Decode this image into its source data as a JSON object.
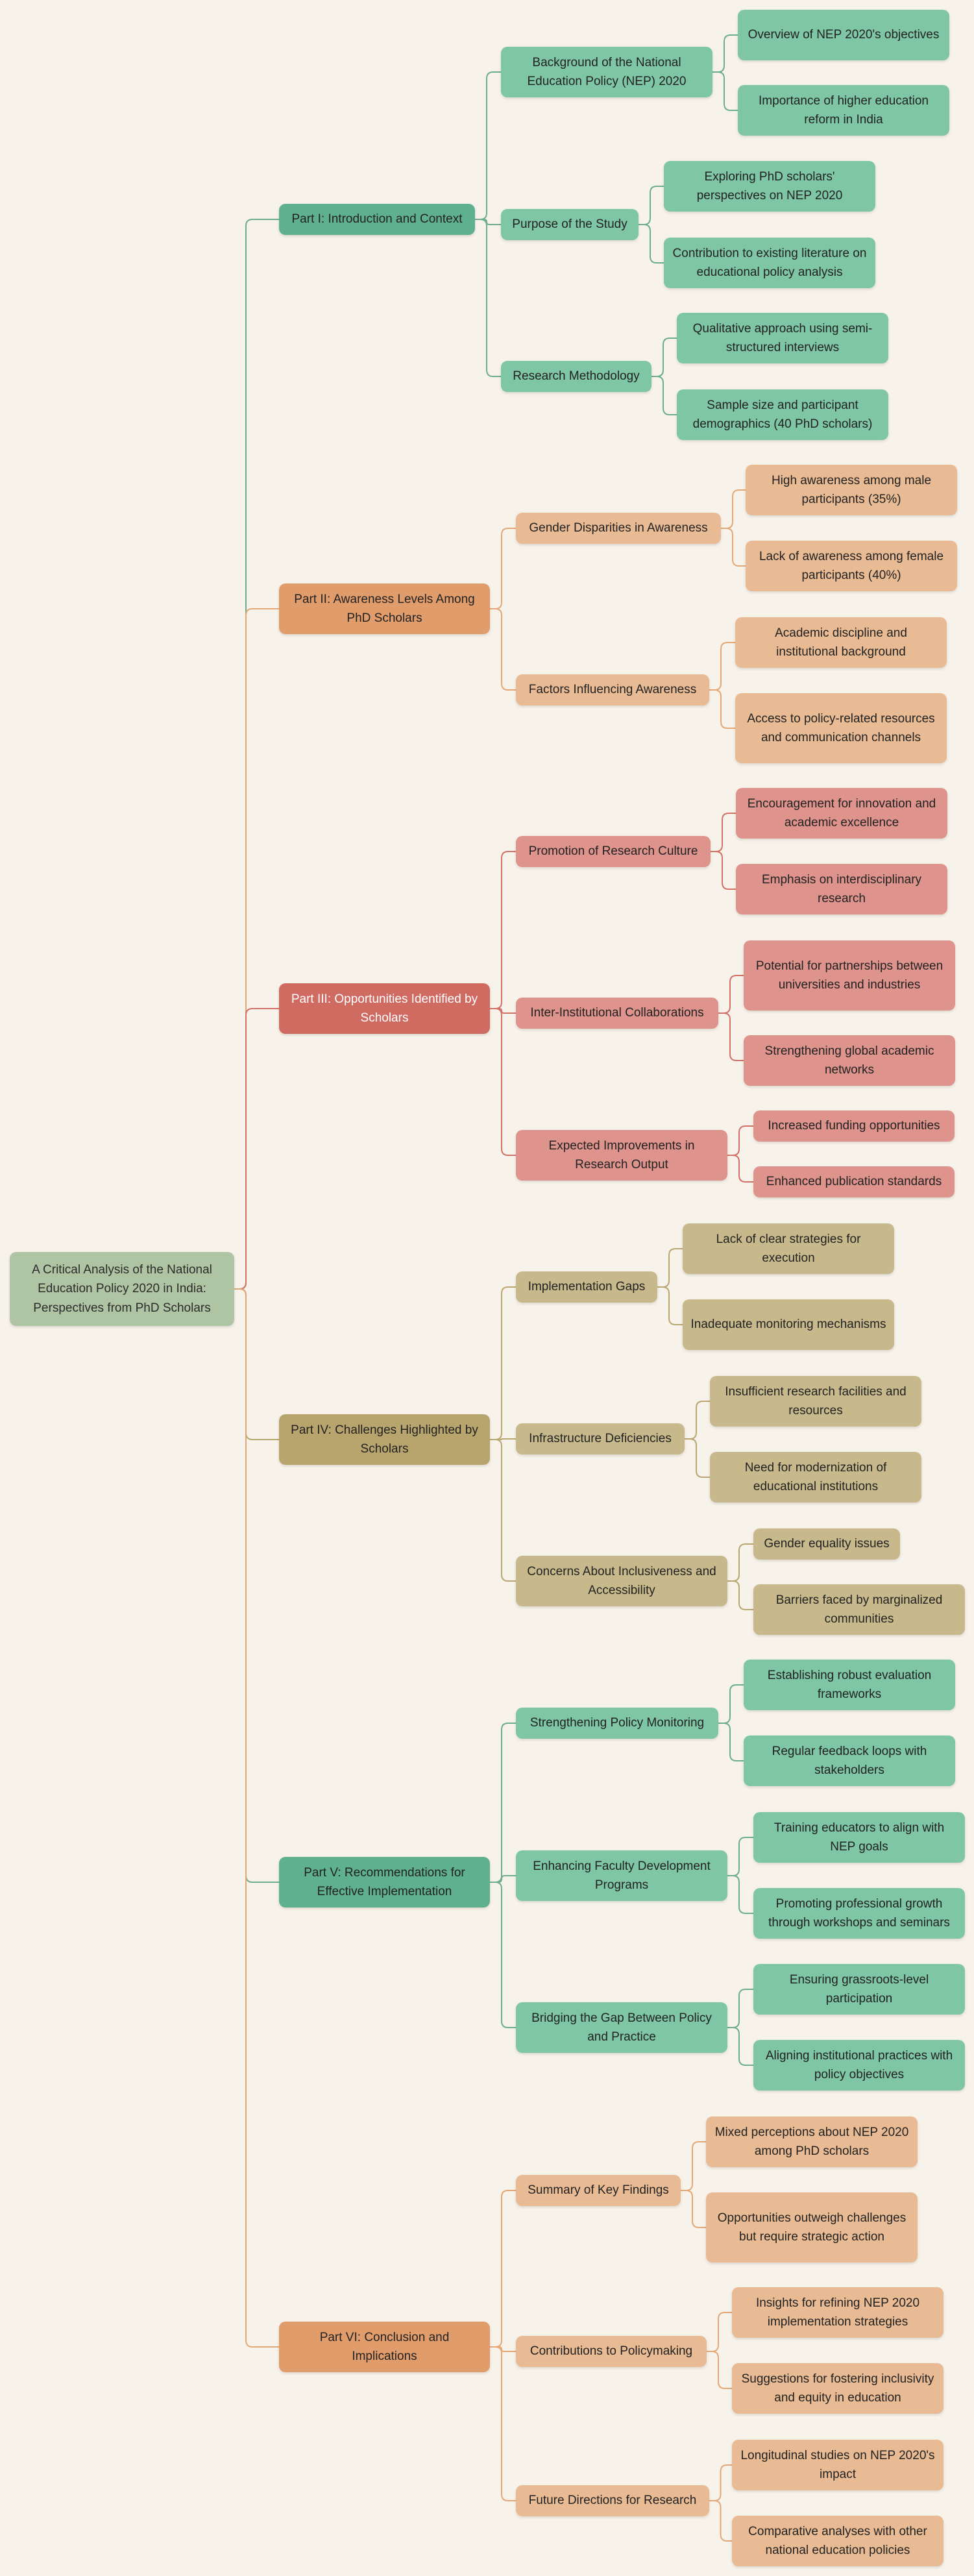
{
  "root": {
    "label": "A Critical Analysis of the National Education Policy 2020 in India: Perspectives from PhD Scholars",
    "color": "#afc4a3"
  },
  "parts": [
    {
      "label": "Part I: Introduction and Context",
      "color": "#5fb08f",
      "childColor": "#7ec6a4",
      "line": "#6cae8a",
      "sections": [
        {
          "label": "Background of the National Education Policy (NEP) 2020",
          "items": [
            "Overview of NEP 2020's objectives",
            "Importance of higher education reform in India"
          ]
        },
        {
          "label": "Purpose of the Study",
          "items": [
            "Exploring PhD scholars' perspectives on NEP 2020",
            "Contribution to existing literature on educational policy analysis"
          ]
        },
        {
          "label": "Research Methodology",
          "items": [
            "Qualitative approach using semi-structured interviews",
            "Sample size and participant demographics (40 PhD scholars)"
          ]
        }
      ]
    },
    {
      "label": "Part II: Awareness Levels Among PhD Scholars",
      "color": "#e19c6b",
      "childColor": "#e9bb94",
      "line": "#e4a878",
      "sections": [
        {
          "label": "Gender Disparities in Awareness",
          "items": [
            "High awareness among male participants (35%)",
            "Lack of awareness among female participants (40%)"
          ]
        },
        {
          "label": "Factors Influencing Awareness",
          "items": [
            "Academic discipline and institutional background",
            "Access to policy-related resources and communication channels"
          ]
        }
      ]
    },
    {
      "label": "Part III: Opportunities Identified by Scholars",
      "color": "#d06b62",
      "childColor": "#de938c",
      "line": "#d27168",
      "textColor": "#ffffff",
      "sections": [
        {
          "label": "Promotion of Research Culture",
          "items": [
            "Encouragement for innovation and academic excellence",
            "Emphasis on interdisciplinary research"
          ]
        },
        {
          "label": "Inter-Institutional Collaborations",
          "items": [
            "Potential for partnerships between universities and industries",
            "Strengthening global academic networks"
          ]
        },
        {
          "label": "Expected Improvements in Research Output",
          "items": [
            "Increased funding opportunities",
            "Enhanced publication standards"
          ]
        }
      ]
    },
    {
      "label": "Part IV: Challenges Highlighted by Scholars",
      "color": "#b8a46d",
      "childColor": "#c7b98b",
      "line": "#b9a772",
      "sections": [
        {
          "label": "Implementation Gaps",
          "items": [
            "Lack of clear strategies for execution",
            "Inadequate monitoring mechanisms"
          ]
        },
        {
          "label": "Infrastructure Deficiencies",
          "items": [
            "Insufficient research facilities and resources",
            "Need for modernization of educational institutions"
          ]
        },
        {
          "label": "Concerns About Inclusiveness and Accessibility",
          "items": [
            "Gender equality issues",
            "Barriers faced by marginalized communities"
          ]
        }
      ]
    },
    {
      "label": "Part V: Recommendations for Effective Implementation",
      "color": "#5fb08f",
      "childColor": "#7ec6a4",
      "line": "#6cae8a",
      "sections": [
        {
          "label": "Strengthening Policy Monitoring",
          "items": [
            "Establishing robust evaluation frameworks",
            "Regular feedback loops with stakeholders"
          ]
        },
        {
          "label": "Enhancing Faculty Development Programs",
          "items": [
            "Training educators to align with NEP goals",
            "Promoting professional growth through workshops and seminars"
          ]
        },
        {
          "label": "Bridging the Gap Between Policy and Practice",
          "items": [
            "Ensuring grassroots-level participation",
            "Aligning institutional practices with policy objectives"
          ]
        }
      ]
    },
    {
      "label": "Part VI: Conclusion and Implications",
      "color": "#e19c6b",
      "childColor": "#e9bb94",
      "line": "#e4a878",
      "sections": [
        {
          "label": "Summary of Key Findings",
          "items": [
            "Mixed perceptions about NEP 2020 among PhD scholars",
            "Opportunities outweigh challenges but require strategic action"
          ]
        },
        {
          "label": "Contributions to Policymaking",
          "items": [
            "Insights for refining NEP 2020 implementation strategies",
            "Suggestions for fostering inclusivity and equity in education"
          ]
        },
        {
          "label": "Future Directions for Research",
          "items": [
            "Longitudinal studies on NEP 2020's impact",
            "Comparative analyses with other national education policies"
          ]
        }
      ]
    }
  ]
}
